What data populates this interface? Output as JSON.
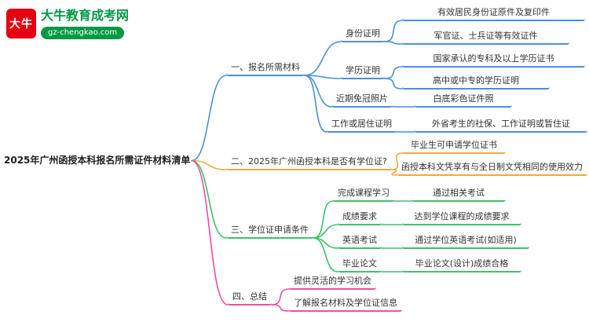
{
  "logo": {
    "icon_text": "大牛",
    "site_name": "大牛教育成考网",
    "site_url": "gz-chengkao.com"
  },
  "colors": {
    "brand_red": "#e60012",
    "brand_green": "#009944",
    "branch1": "#4a90d9",
    "branch2": "#f2a93b",
    "branch3": "#3fc168",
    "branch4": "#ee4f9e"
  },
  "root": {
    "label": "2025年广州函授本科报名所需证件材料清单"
  },
  "branch1": {
    "label": "一、报名所需材料",
    "identity": {
      "label": "身份证明",
      "items": [
        "有效居民身份证原件及复印件",
        "军官证、士兵证等有效证件"
      ]
    },
    "education": {
      "label": "学历证明",
      "items": [
        "国家承认的专科及以上学历证书",
        "高中或中专的学历证明"
      ]
    },
    "photo": {
      "label": "近期免冠照片",
      "items": [
        "白底彩色证件照"
      ]
    },
    "residence": {
      "label": "工作或居住证明",
      "items": [
        "外省考生的社保、工作证明或暂住证"
      ]
    }
  },
  "branch2": {
    "label": "二、2025年广州函授本科是否有学位证?",
    "items": [
      "毕业生可申请学位证书",
      "函授本科文凭享有与全日制文凭相同的使用效力"
    ]
  },
  "branch3": {
    "label": "三、学位证申请条件",
    "course": {
      "label": "完成课程学习",
      "items": [
        "通过相关考试"
      ]
    },
    "grades": {
      "label": "成绩要求",
      "items": [
        "达到学位课程的成绩要求"
      ]
    },
    "english": {
      "label": "英语考试",
      "items": [
        "通过学位英语考试(如适用)"
      ]
    },
    "thesis": {
      "label": "毕业论文",
      "items": [
        "毕业论文(设计)成绩合格"
      ]
    }
  },
  "branch4": {
    "label": "四、总结",
    "items": [
      "提供灵活的学习机会",
      "了解报名材料及学位证信息"
    ]
  }
}
